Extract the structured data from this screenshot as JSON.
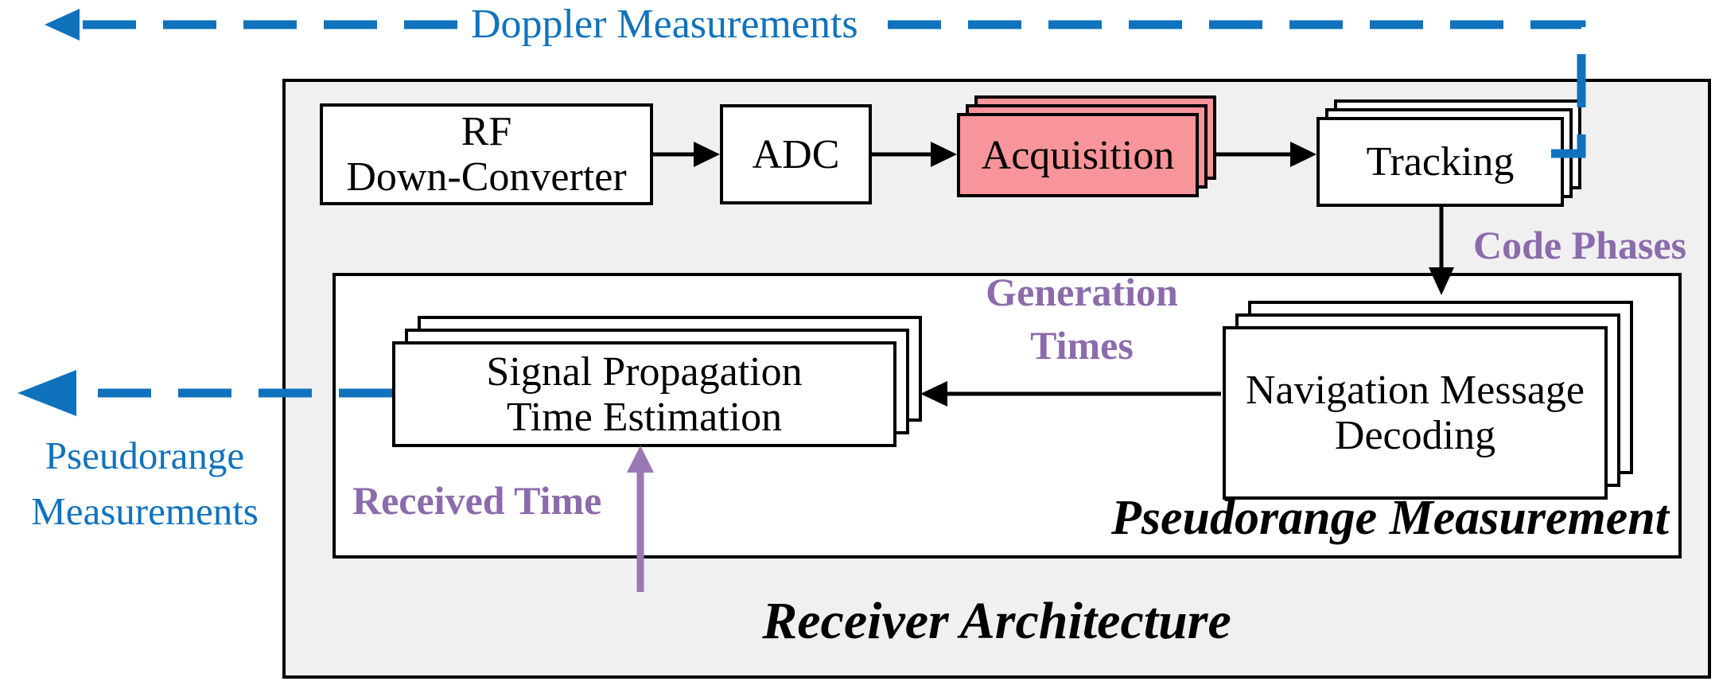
{
  "diagram": {
    "outer_title": "Receiver Architecture",
    "inner_title": "Pseudorange Measurement"
  },
  "blocks": {
    "rf_line1": "RF",
    "rf_line2": "Down-Converter",
    "adc": "ADC",
    "acquisition": "Acquisition",
    "tracking": "Tracking",
    "nav_line1": "Navigation Message",
    "nav_line2": "Decoding",
    "spte_line1": "Signal Propagation",
    "spte_line2": "Time Estimation"
  },
  "flow_labels": {
    "doppler": "Doppler Measurements",
    "pseudorange_line1": "Pseudorange",
    "pseudorange_line2": "Measurements",
    "code_phases": "Code Phases",
    "generation_line1": "Generation",
    "generation_line2": "Times",
    "received_time": "Received Time"
  },
  "colors": {
    "measurement_blue": "#1072BD",
    "signal_purple": "#8C6BAC",
    "purple_arrow": "#9878B5",
    "acquisition_pink": "#F7959A",
    "outer_box_fill": "#F0F0F0",
    "border_black": "#000000"
  }
}
